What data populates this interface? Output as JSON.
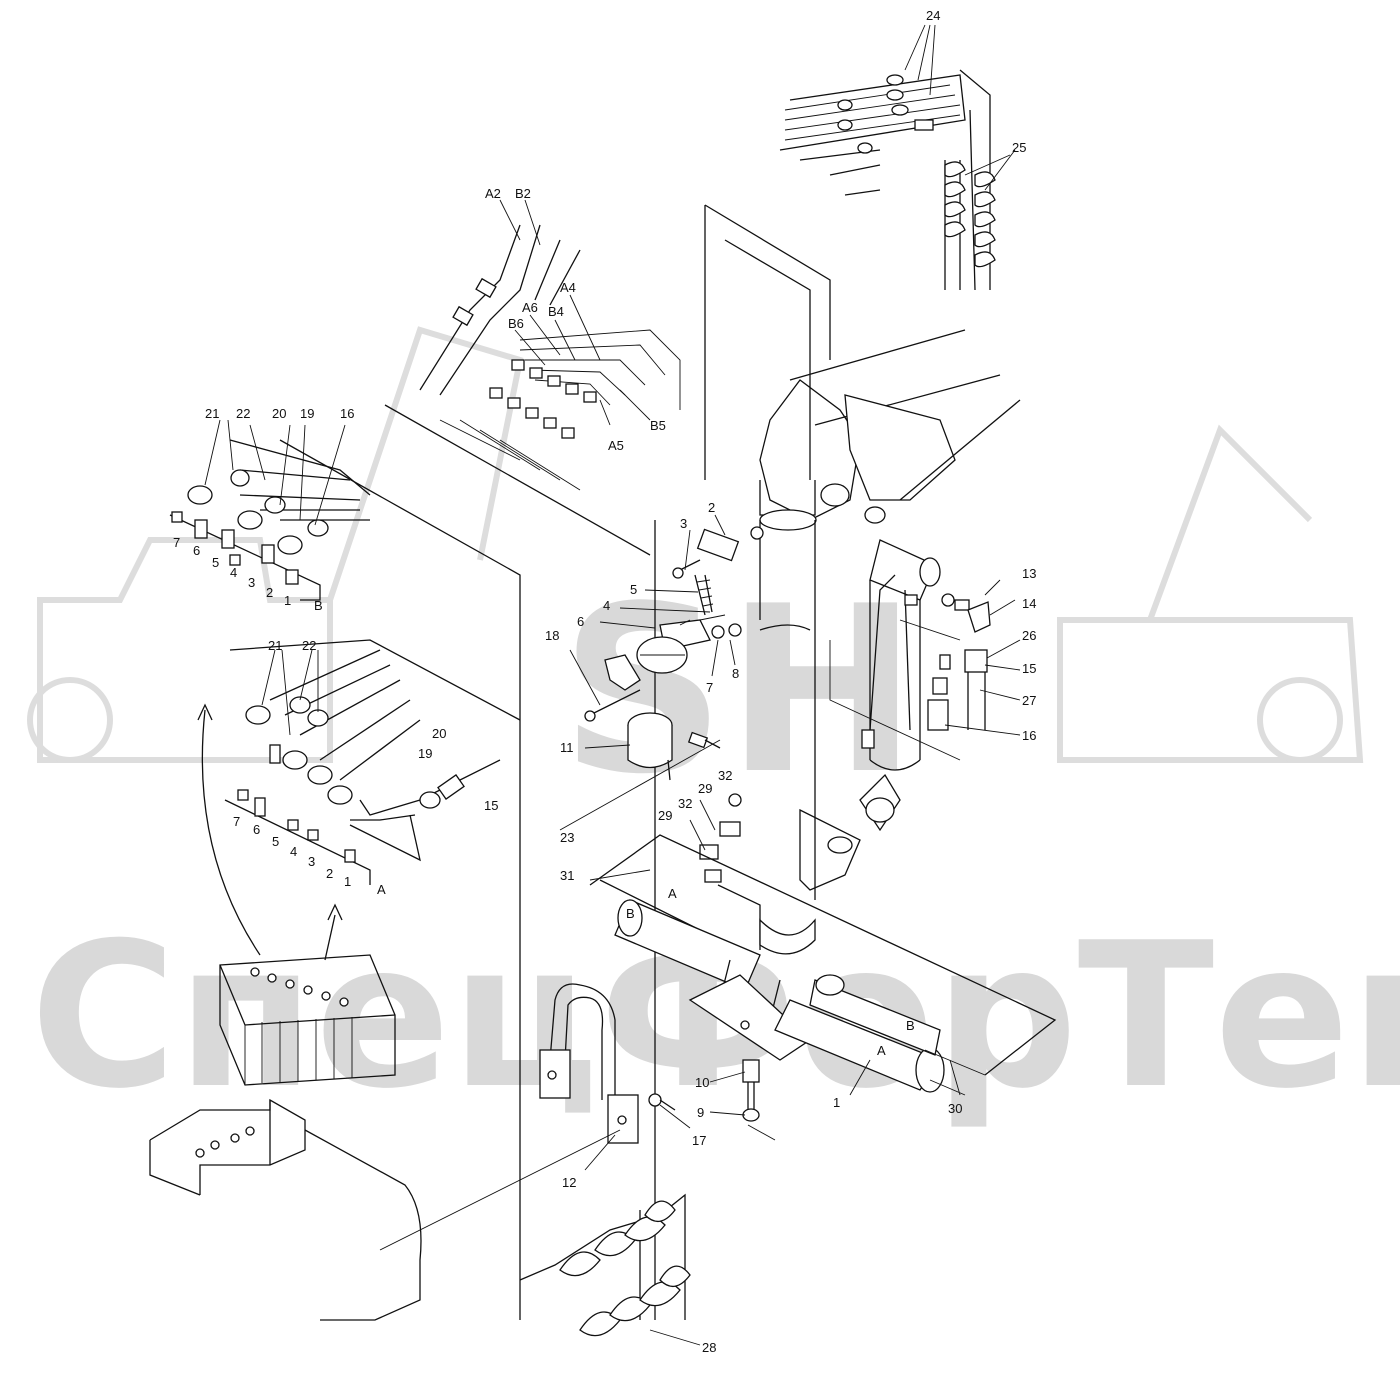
{
  "watermark": {
    "logo": "SH",
    "brand": "СпецФорТек"
  },
  "callouts": [
    {
      "id": "24",
      "text": "24"
    },
    {
      "id": "25",
      "text": "25"
    },
    {
      "id": "A2",
      "text": "A2"
    },
    {
      "id": "B2",
      "text": "B2"
    },
    {
      "id": "A4",
      "text": "A4"
    },
    {
      "id": "A6",
      "text": "A6"
    },
    {
      "id": "B4",
      "text": "B4"
    },
    {
      "id": "B6",
      "text": "B6"
    },
    {
      "id": "B5",
      "text": "B5"
    },
    {
      "id": "A5",
      "text": "A5"
    },
    {
      "id": "21a",
      "text": "21"
    },
    {
      "id": "22a",
      "text": "22"
    },
    {
      "id": "20a",
      "text": "20"
    },
    {
      "id": "19a",
      "text": "19"
    },
    {
      "id": "16a",
      "text": "16"
    },
    {
      "id": "7a",
      "text": "7"
    },
    {
      "id": "6a",
      "text": "6"
    },
    {
      "id": "5a",
      "text": "5"
    },
    {
      "id": "4a",
      "text": "4"
    },
    {
      "id": "3a",
      "text": "3"
    },
    {
      "id": "2a",
      "text": "2"
    },
    {
      "id": "1a",
      "text": "1"
    },
    {
      "id": "Ba",
      "text": "B"
    },
    {
      "id": "21b",
      "text": "21"
    },
    {
      "id": "22b",
      "text": "22"
    },
    {
      "id": "20b",
      "text": "20"
    },
    {
      "id": "19b",
      "text": "19"
    },
    {
      "id": "15b",
      "text": "15"
    },
    {
      "id": "7b",
      "text": "7"
    },
    {
      "id": "6b",
      "text": "6"
    },
    {
      "id": "5b",
      "text": "5"
    },
    {
      "id": "4b",
      "text": "4"
    },
    {
      "id": "3b",
      "text": "3"
    },
    {
      "id": "2b",
      "text": "2"
    },
    {
      "id": "1b",
      "text": "1"
    },
    {
      "id": "Ab",
      "text": "A"
    },
    {
      "id": "p2",
      "text": "2"
    },
    {
      "id": "p3",
      "text": "3"
    },
    {
      "id": "p5",
      "text": "5"
    },
    {
      "id": "p4",
      "text": "4"
    },
    {
      "id": "p6",
      "text": "6"
    },
    {
      "id": "p18",
      "text": "18"
    },
    {
      "id": "p8",
      "text": "8"
    },
    {
      "id": "p7",
      "text": "7"
    },
    {
      "id": "p11",
      "text": "11"
    },
    {
      "id": "p13",
      "text": "13"
    },
    {
      "id": "p14",
      "text": "14"
    },
    {
      "id": "p26",
      "text": "26"
    },
    {
      "id": "p15",
      "text": "15"
    },
    {
      "id": "p27",
      "text": "27"
    },
    {
      "id": "p16",
      "text": "16"
    },
    {
      "id": "p32a",
      "text": "32"
    },
    {
      "id": "p29a",
      "text": "29"
    },
    {
      "id": "p32b",
      "text": "32"
    },
    {
      "id": "p29b",
      "text": "29"
    },
    {
      "id": "p23",
      "text": "23"
    },
    {
      "id": "p31",
      "text": "31"
    },
    {
      "id": "cA",
      "text": "A"
    },
    {
      "id": "cB",
      "text": "B"
    },
    {
      "id": "cB2",
      "text": "B"
    },
    {
      "id": "cA2",
      "text": "A"
    },
    {
      "id": "p1",
      "text": "1"
    },
    {
      "id": "p30",
      "text": "30"
    },
    {
      "id": "p10",
      "text": "10"
    },
    {
      "id": "p9",
      "text": "9"
    },
    {
      "id": "p17",
      "text": "17"
    },
    {
      "id": "p12",
      "text": "12"
    },
    {
      "id": "p28",
      "text": "28"
    }
  ]
}
